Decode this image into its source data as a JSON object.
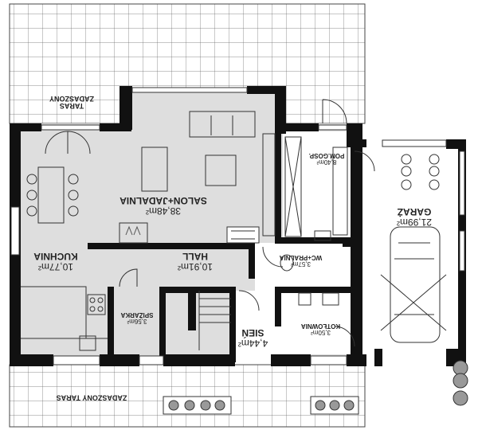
{
  "rooms": {
    "terrace_top": {
      "name": "ZADASZONY",
      "name2": "TARAS"
    },
    "terrace_bottom": {
      "name": "ZADASZONY TARAS"
    },
    "salon": {
      "name": "SALON+JADALNIA",
      "area": "38,48m²"
    },
    "kuchnia": {
      "name": "KUCHNIA",
      "area": "10,77m²"
    },
    "hall": {
      "name": "HALL",
      "area": "10,91m²"
    },
    "garaz": {
      "name": "GARAŻ",
      "area": "21,99m²"
    },
    "pom_gosp": {
      "name": "POM.GOSP.",
      "area": "8,40m²"
    },
    "wc": {
      "name": "WC+PRALNIA",
      "area": "3,57m²"
    },
    "spizarka": {
      "name": "SPIŻARKA",
      "area": "3,56m²"
    },
    "sien": {
      "name": "SIEŃ",
      "area": "4,44m²"
    },
    "kotlownia": {
      "name": "KOTŁOWNIA",
      "area": "3,50m²"
    }
  },
  "colors": {
    "floor": "#dcdcdc",
    "wall": "#111111",
    "terrace_line": "#555555"
  }
}
